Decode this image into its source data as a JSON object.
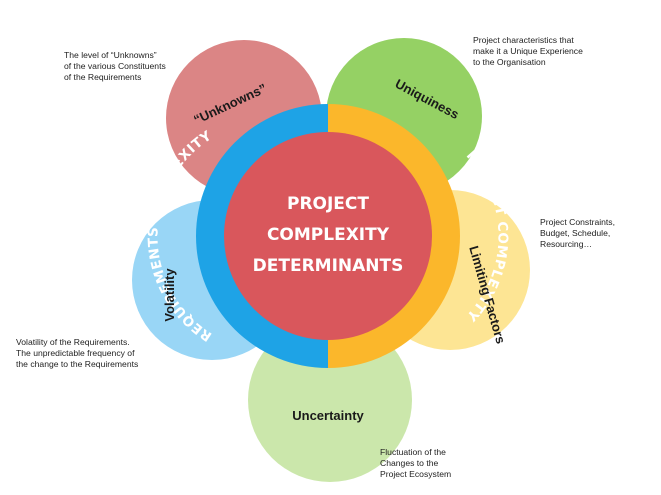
{
  "center": {
    "lines": [
      "PROJECT",
      "COMPLEXITY",
      "DETERMINANTS"
    ]
  },
  "ring": {
    "left_label": "REQUIREMENTS COMPLEXITY",
    "right_label": "PROJECT COMPLEXITY"
  },
  "petals": {
    "unknowns": {
      "label": "“Unknowns”",
      "note": "The level of “Unknowns”\nof the various Constituents\nof the Requirements"
    },
    "uniquiness": {
      "label": "Uniquiness",
      "note": "Project characteristics that\nmake it a Unique Experience\nto the Organisation"
    },
    "limiting": {
      "label": "Limiting Factors",
      "note": "Project Constraints,\nBudget, Schedule,\nResourcing…"
    },
    "volatility": {
      "label": "Volatility",
      "note": "Volatility of the Requirements.\nThe unpredictable frequency of\nthe change to the Requirements"
    },
    "uncertainty": {
      "label": "Uncertainty",
      "note": "Fluctuation of the\nChanges to the\nProject Ecosystem"
    }
  },
  "colors": {
    "unknowns": "#db8585",
    "uniquiness": "#95d164",
    "limiting": "#fde594",
    "volatility": "#99d6f6",
    "uncertainty": "#cbe7ab",
    "ring_left": "#1ea3e6",
    "ring_right": "#fbb72b",
    "center": "#d9575c"
  }
}
